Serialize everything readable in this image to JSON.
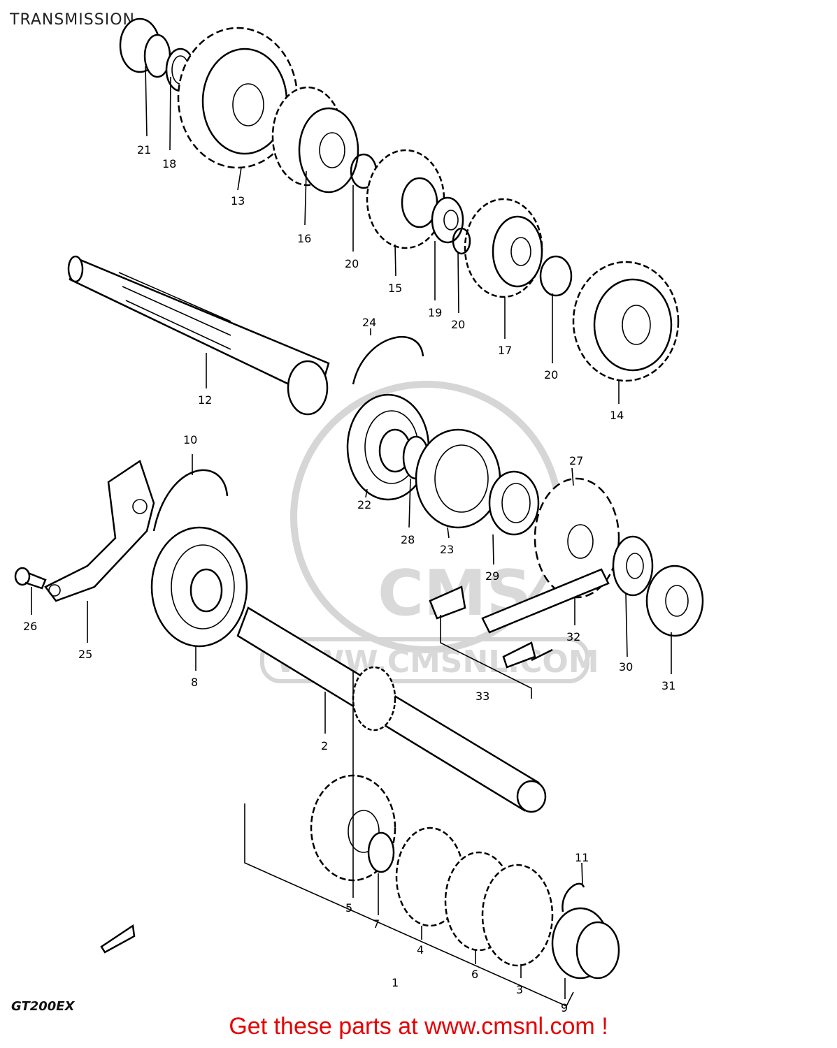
{
  "header": {
    "title": "TRANSMISSION"
  },
  "footer": {
    "model": "GT200EX",
    "cta": "Get these parts at www.cmsnl.com !"
  },
  "watermark": {
    "logo_text": "CMS",
    "url_text": "WWW.CMSNL.COM"
  },
  "callouts": [
    {
      "id": "c21",
      "label": "21"
    },
    {
      "id": "c18",
      "label": "18"
    },
    {
      "id": "c13",
      "label": "13"
    },
    {
      "id": "c16",
      "label": "16"
    },
    {
      "id": "c20a",
      "label": "20"
    },
    {
      "id": "c15",
      "label": "15"
    },
    {
      "id": "c19",
      "label": "19"
    },
    {
      "id": "c20b",
      "label": "20"
    },
    {
      "id": "c17",
      "label": "17"
    },
    {
      "id": "c20c",
      "label": "20"
    },
    {
      "id": "c14",
      "label": "14"
    },
    {
      "id": "c24",
      "label": "24"
    },
    {
      "id": "c12",
      "label": "12"
    },
    {
      "id": "c10",
      "label": "10"
    },
    {
      "id": "c22",
      "label": "22"
    },
    {
      "id": "c28",
      "label": "28"
    },
    {
      "id": "c23",
      "label": "23"
    },
    {
      "id": "c29",
      "label": "29"
    },
    {
      "id": "c27",
      "label": "27"
    },
    {
      "id": "c26",
      "label": "26"
    },
    {
      "id": "c25",
      "label": "25"
    },
    {
      "id": "c8",
      "label": "8"
    },
    {
      "id": "c32",
      "label": "32"
    },
    {
      "id": "c30",
      "label": "30"
    },
    {
      "id": "c31",
      "label": "31"
    },
    {
      "id": "c33",
      "label": "33"
    },
    {
      "id": "c2",
      "label": "2"
    },
    {
      "id": "c11",
      "label": "11"
    },
    {
      "id": "c5",
      "label": "5"
    },
    {
      "id": "c7",
      "label": "7"
    },
    {
      "id": "c4",
      "label": "4"
    },
    {
      "id": "c1",
      "label": "1"
    },
    {
      "id": "c6",
      "label": "6"
    },
    {
      "id": "c3",
      "label": "3"
    },
    {
      "id": "c9",
      "label": "9"
    }
  ]
}
